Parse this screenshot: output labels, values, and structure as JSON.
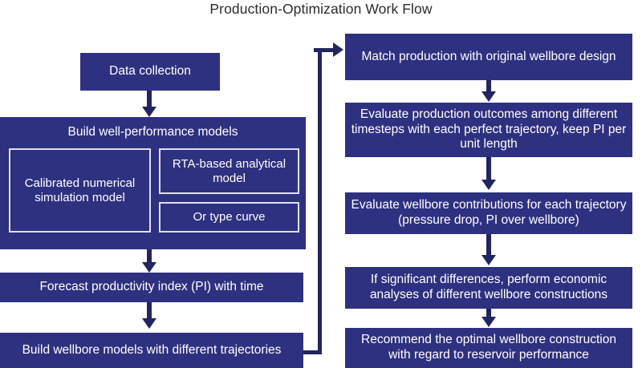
{
  "title": "Production-Optimization Work Flow",
  "colors": {
    "box_fill": "#2e3180",
    "box_text": "#ffffff",
    "arrow": "#22255f",
    "sub_box_border": "#dfe0ef",
    "title_text": "#2b2b2b",
    "background": "#ffffff"
  },
  "left_column": {
    "data_collection": "Data collection",
    "group": {
      "heading": "Build well-performance models",
      "sub_boxes": [
        "Calibrated numerical simulation model",
        "RTA-based analytical model",
        "Or type curve"
      ]
    },
    "forecast": "Forecast productivity index (PI) with time",
    "build_wellbore": "Build wellbore models with different trajectories"
  },
  "right_column": {
    "steps": [
      "Match production with original wellbore design",
      "Evaluate production outcomes among different timesteps with each perfect trajectory, keep PI per unit length",
      "Evaluate wellbore contributions for each trajectory (pressure drop, PI over wellbore)",
      "If significant differences, perform economic analyses of different wellbore constructions",
      "Recommend the optimal wellbore construction with regard to reservoir performance"
    ]
  }
}
